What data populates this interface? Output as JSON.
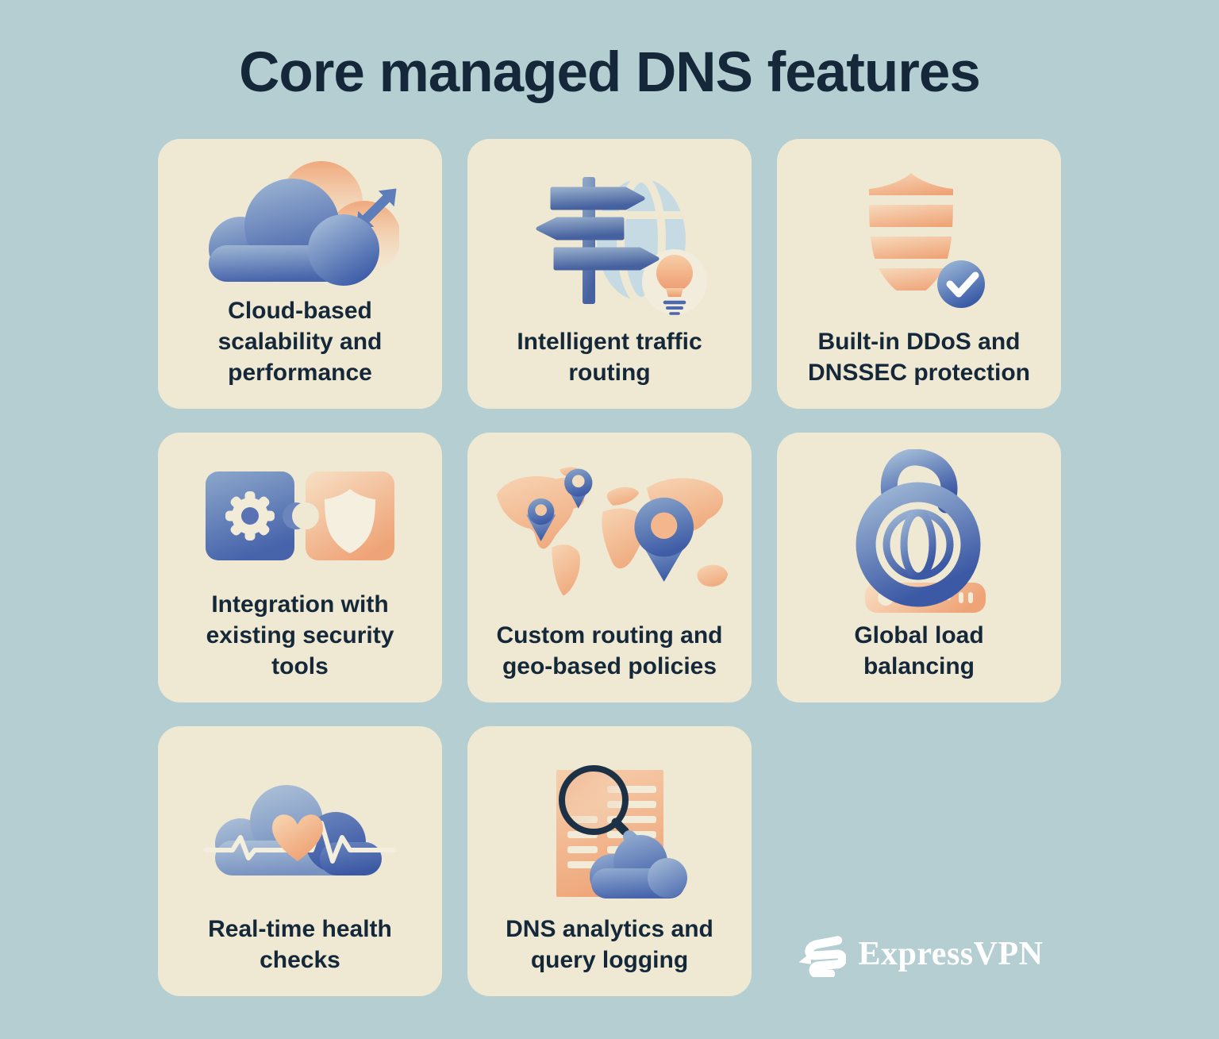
{
  "title": "Core managed DNS features",
  "cards": [
    {
      "label": "Cloud-based\nscalability and\nperformance",
      "icon": "cloud-scalability-icon"
    },
    {
      "label": "Intelligent traffic\nrouting",
      "icon": "traffic-routing-signpost-icon"
    },
    {
      "label": "Built-in DDoS and\nDNSSEC protection",
      "icon": "ddos-protection-shield-icon"
    },
    {
      "label": "Integration with\nexisting security\ntools",
      "icon": "security-integration-puzzle-icon"
    },
    {
      "label": "Custom routing and\ngeo-based policies",
      "icon": "geo-routing-map-icon"
    },
    {
      "label": "Global load\nbalancing",
      "icon": "load-balancing-kettlebell-icon"
    },
    {
      "label": "Real-time health\nchecks",
      "icon": "health-check-cloud-icon"
    },
    {
      "label": "DNS analytics and\nquery logging",
      "icon": "dns-analytics-icon"
    }
  ],
  "branding": {
    "wordmark": "ExpressVPN"
  },
  "colors": {
    "bg": "#b5ced2",
    "card": "#efe9d3",
    "text": "#15283a",
    "white": "#ffffff",
    "blue": "#4a67ad",
    "light_blue": "#9cb4d3",
    "pale_blue": "#c5dae2",
    "peach": "#efa478",
    "cream": "#f1ebd8",
    "navy_ink": "#1d3146"
  }
}
